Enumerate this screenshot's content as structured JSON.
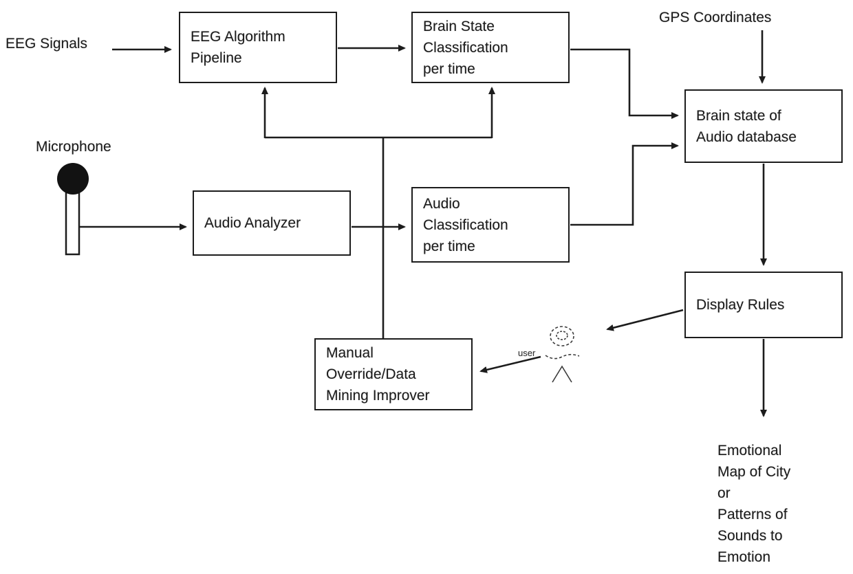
{
  "labels": {
    "eeg_signals": "EEG Signals",
    "gps_coordinates": "GPS Coordinates",
    "microphone": "Microphone",
    "user": "user",
    "output": "Emotional\nMap of City\nor\nPatterns of\nSounds to\nEmotion"
  },
  "boxes": {
    "eeg_pipeline": "EEG Algorithm\nPipeline",
    "brain_state_classification": "Brain State\nClassification\nper time",
    "audio_analyzer": "Audio Analyzer",
    "audio_classification": "Audio\nClassification\nper time",
    "brain_state_db": "Brain state of\nAudio database",
    "display_rules": "Display Rules",
    "manual_override": "Manual\nOverride/Data\nMining Improver"
  },
  "colors": {
    "ink": "#1c1c1c",
    "background": "#ffffff"
  }
}
